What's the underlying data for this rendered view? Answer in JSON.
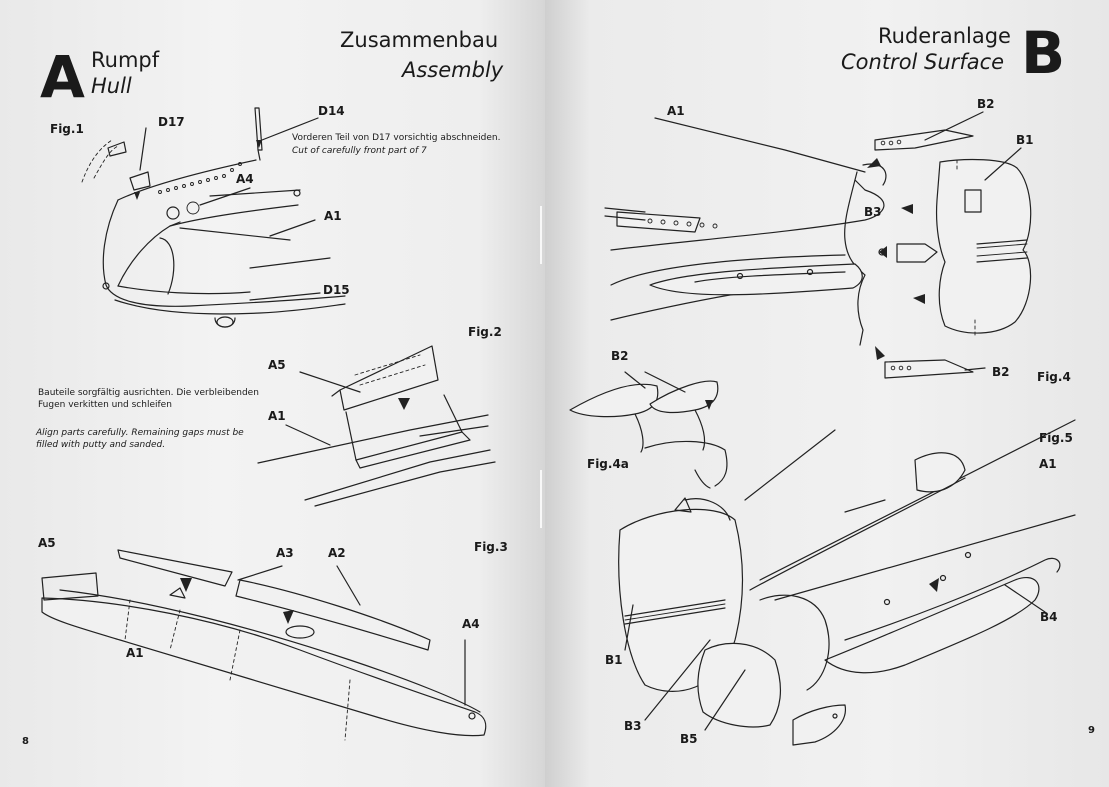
{
  "left_page": {
    "section_letter": "A",
    "title_de": "Rumpf",
    "title_en": "Hull",
    "heading_de": "Zusammenbau",
    "heading_en": "Assembly",
    "page_number": "8",
    "fig1": {
      "label": "Fig.1",
      "parts": [
        "D17",
        "D14",
        "A4",
        "A1",
        "D15"
      ],
      "note_de": "Vorderen Teil von D17 vorsichtig abschneiden.",
      "note_en": "Cut of carefully front part of 7"
    },
    "fig2": {
      "label": "Fig.2",
      "parts": [
        "A5",
        "A1"
      ],
      "note_de_line1": "Bauteile sorgfältig ausrichten. Die verbleibenden",
      "note_de_line2": "Fugen verkitten und schleifen",
      "note_en_line1": "Align parts carefully. Remaining gaps must be",
      "note_en_line2": "filled with putty and sanded."
    },
    "fig3": {
      "label": "Fig.3",
      "parts": [
        "A5",
        "A3",
        "A2",
        "A4",
        "A1"
      ]
    }
  },
  "right_page": {
    "section_letter": "B",
    "heading_de": "Ruderanlage",
    "heading_en": "Control Surface",
    "page_number": "9",
    "fig4": {
      "label": "Fig.4",
      "parts": [
        "A1",
        "B2",
        "B1",
        "B3",
        "B2"
      ]
    },
    "fig4a": {
      "label": "Fig.4a",
      "parts": [
        "B2"
      ]
    },
    "fig5": {
      "label": "Fig.5",
      "parts": [
        "A1",
        "B4",
        "B1",
        "B3",
        "B5"
      ]
    }
  }
}
